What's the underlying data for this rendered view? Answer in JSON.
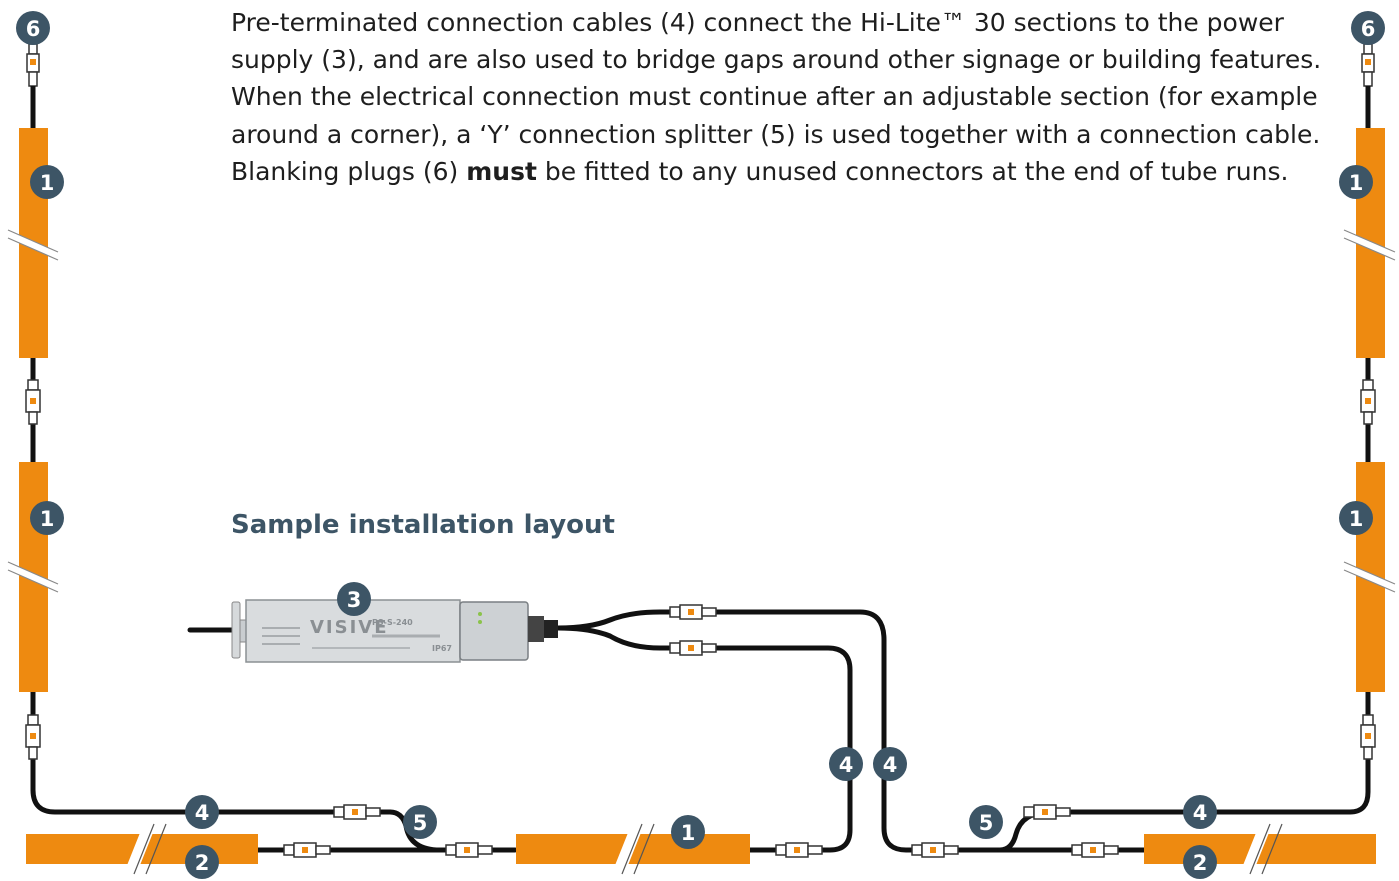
{
  "description": {
    "text_a": "Pre-terminated connection cables (4) connect the Hi-Lite™ 30 sections to the power supply (3), and are also used to bridge gaps around other signage or building features. When the electrical connection must continue after an adjustable section (for example around a corner), a ‘Y’ connection splitter (5) is used together with a connection cable. Blanking plugs (6) ",
    "emphasis": "must",
    "text_b": " be fitted to any unused connectors at the end of tube runs."
  },
  "layout_title": "Sample installation layout",
  "colors": {
    "tube": "#ee8a10",
    "cable": "#111111",
    "badge": "#3d5566",
    "text": "#1e1e1e"
  },
  "psu": {
    "brand": "VISIVE",
    "model": "PS-S-240",
    "rating": "IP67"
  },
  "badges": {
    "tube": "1",
    "adjustable_tube": "2",
    "power_supply": "3",
    "connection_cable": "4",
    "y_splitter": "5",
    "blanking_plug": "6"
  }
}
